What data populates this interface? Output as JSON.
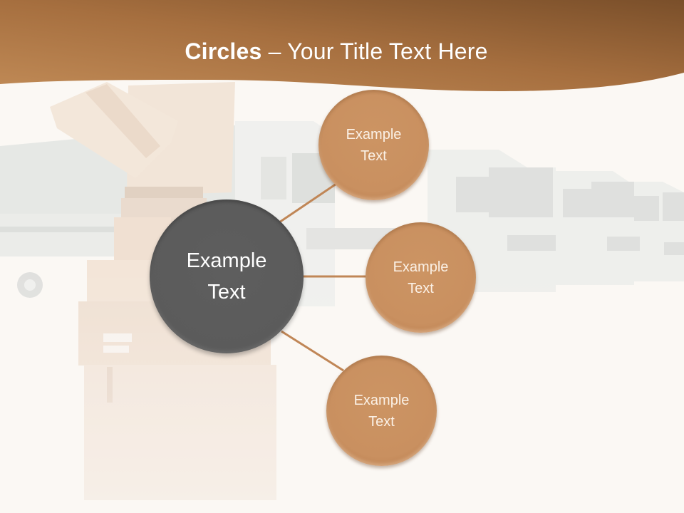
{
  "slide": {
    "title_bold": "Circles",
    "title_rest": " – Your Title Text Here",
    "colors": {
      "header_dark": "#7a4f2a",
      "header_light": "#b57b46",
      "background": "#fbf8f5",
      "central_circle": "#5b5b5b",
      "satellite_circle": "#c99060",
      "connector": "#c08656"
    }
  },
  "diagram": {
    "center": {
      "line1": "Example",
      "line2": "Text"
    },
    "satellites": [
      {
        "line1": "Example",
        "line2": "Text"
      },
      {
        "line1": "Example",
        "line2": "Text"
      },
      {
        "line1": "Example",
        "line2": "Text"
      }
    ]
  }
}
